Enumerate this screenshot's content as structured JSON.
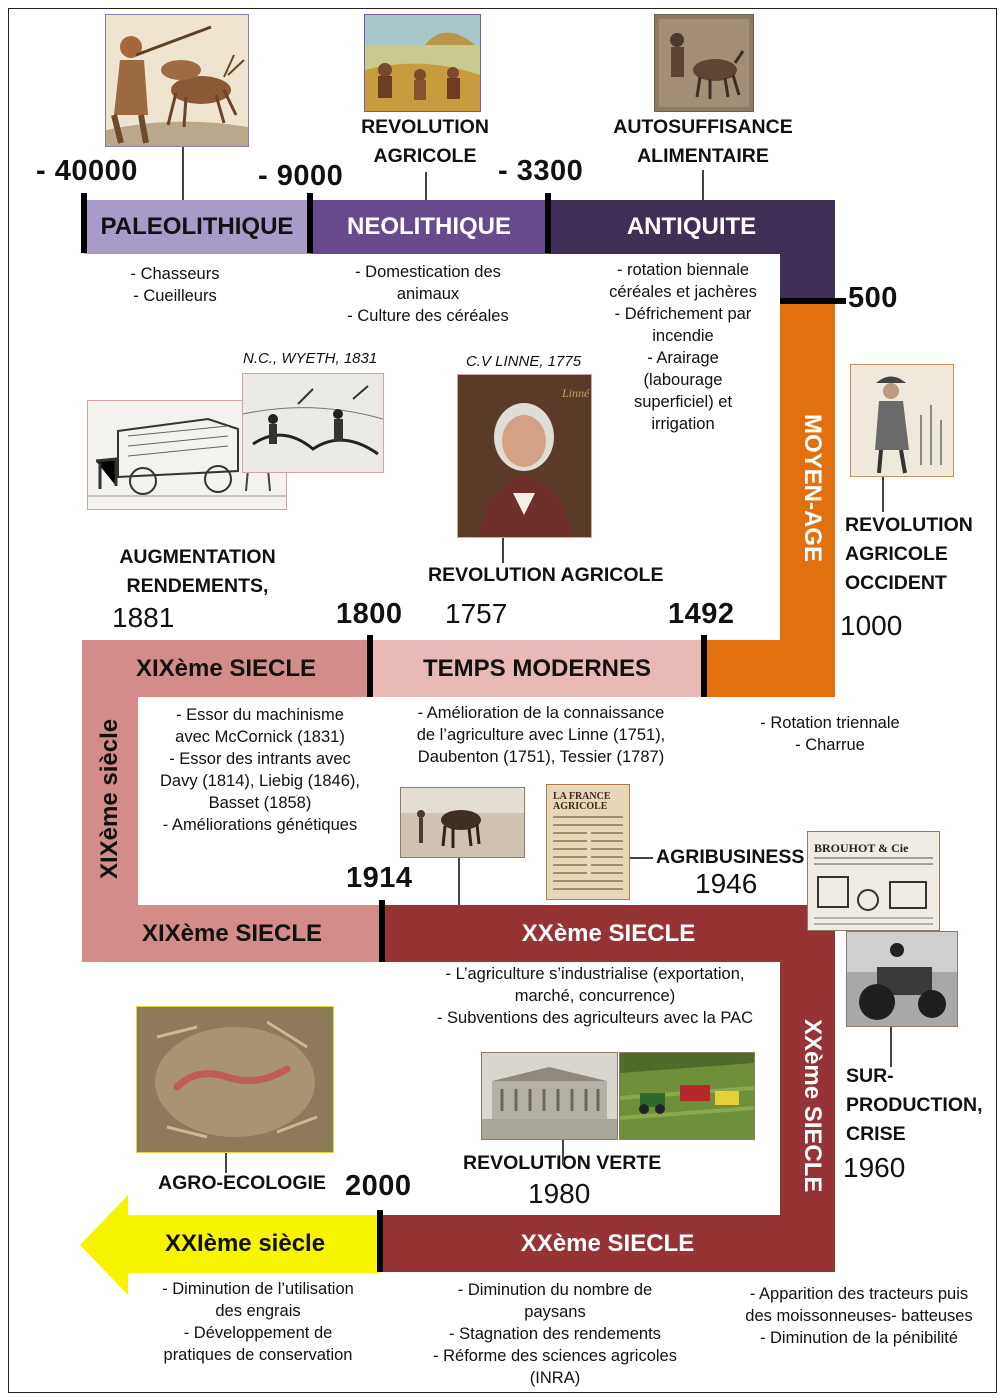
{
  "colors": {
    "paleolithique": "#a99bc8",
    "neolithique": "#674a8d",
    "antiquite": "#3f2f56",
    "moyen_age": "#e2700f",
    "temps_modernes": "#e8b9b7",
    "xix": "#d48c8b",
    "xx": "#963334",
    "xxi": "#f8f400"
  },
  "years": {
    "y1": "- 40000",
    "y2": "- 9000",
    "y3": "- 3300",
    "y4": "500",
    "y5": "1492",
    "y6": "1800",
    "y7": "1757",
    "y8": "1881",
    "y9": "1000",
    "y10": "1914",
    "y11": "1946",
    "y12": "1960",
    "y13": "2000",
    "y14": "1980"
  },
  "periods": {
    "paleolithique": "PALEOLITHIQUE",
    "neolithique": "NEOLITHIQUE",
    "antiquite": "ANTIQUITE",
    "moyen_age": "MOYEN-AGE",
    "temps_modernes": "TEMPS MODERNES",
    "xix_top": "XIXème SIECLE",
    "xix_vertical": "XIXème siècle",
    "xix_bottom": "XIXème SIECLE",
    "xx_top": "XXème SIECLE",
    "xx_vertical": "XXème SIECLE",
    "xx_bottom": "XXème SIECLE",
    "xxi": "XXIème siècle"
  },
  "labels": {
    "rev_agricole": [
      "REVOLUTION",
      "AGRICOLE"
    ],
    "autosuffisance": [
      "AUTOSUFFISANCE",
      "ALIMENTAIRE"
    ],
    "rev_agricole_occident": [
      "REVOLUTION",
      "AGRICOLE",
      "OCCIDENT"
    ],
    "augmentation": [
      "AUGMENTATION",
      "RENDEMENTS,"
    ],
    "rev_agricole_1757": "REVOLUTION  AGRICOLE",
    "agribusiness": "AGRIBUSINESS",
    "surproduction": [
      "SUR-",
      "PRODUCTION,",
      "CRISE"
    ],
    "rev_verte": "REVOLUTION  VERTE",
    "agro_ecologie": "AGRO-ECOLOGIE"
  },
  "captions": {
    "wyeth": "N.C., WYETH, 1831",
    "linne": "C.V LINNE, 1775"
  },
  "notes": {
    "paleo": [
      "- Chasseurs",
      "- Cueilleurs"
    ],
    "neo": [
      "- Domestication des",
      "animaux",
      "- Culture des céréales"
    ],
    "antiq": [
      "- rotation biennale",
      "céréales et jachères",
      "- Défrichement par",
      "incendie",
      "- Arairage",
      "(labourage",
      "superficiel) et",
      "irrigation"
    ],
    "moyen": [
      "- Rotation triennale",
      "- Charrue"
    ],
    "modernes": [
      "- Amélioration de la connaissance",
      "de l’agriculture avec Linne (1751),",
      "Daubenton (1751), Tessier (1787)"
    ],
    "xix": [
      "- Essor du machinisme",
      "avec McCornick (1831)",
      "- Essor des intrants avec",
      "Davy (1814), Liebig (1846),",
      "Basset (1858)",
      "- Améliorations génétiques"
    ],
    "xx1": [
      "-  L’agriculture s’industrialise (exportation,",
      "marché, concurrence)",
      "- Subventions des agriculteurs avec la PAC"
    ],
    "xx2": [
      "-     Diminution du nombre de",
      "paysans",
      "- Stagnation des rendements",
      "- Réforme des sciences agricoles",
      "(INRA)"
    ],
    "xx3": [
      "- Apparition des tracteurs puis",
      "des moissonneuses- batteuses",
      "- Diminution de la pénibilité"
    ],
    "xxi": [
      "- Diminution de l’utilisation",
      "des engrais",
      "- Développement  de",
      "pratiques de conservation"
    ]
  }
}
